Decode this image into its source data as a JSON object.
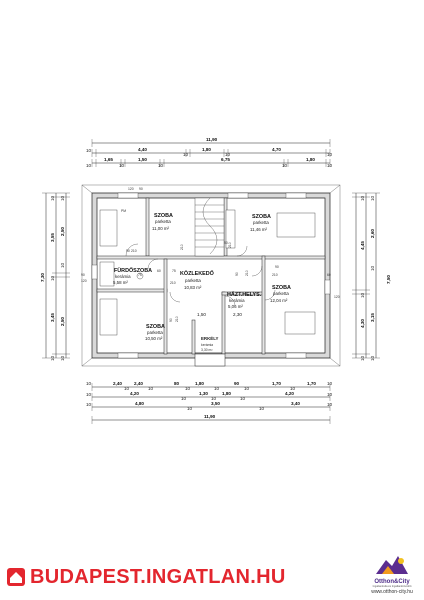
{
  "plan": {
    "top_dims": {
      "overall": "11,90",
      "row1": [
        "10",
        "4,40",
        "10",
        "1,80",
        "10",
        "4,70",
        "10"
      ],
      "row2": [
        "10",
        "1,65",
        "10",
        "1,50",
        "10",
        "6,75",
        "10",
        "1,80",
        "10"
      ]
    },
    "bottom_dims": {
      "row1": [
        "10",
        "2,40",
        "10",
        "2,40",
        "10",
        "80",
        "10",
        "1,80",
        "10",
        "90",
        "10",
        "1,70",
        "10",
        "1,70",
        "10"
      ],
      "row2": [
        "10",
        "4,20",
        "10",
        "1,30",
        "10",
        "1,80",
        "10",
        "4,20",
        "10"
      ],
      "row3": [
        "10",
        "4,80",
        "10",
        "3,50",
        "10",
        "3,40",
        "10"
      ],
      "overall": "11,90"
    },
    "left_dims": {
      "overall": "7,30",
      "segA": [
        "10",
        "3,55",
        "10",
        "3,45",
        "10"
      ],
      "segB": [
        "10",
        "2,50",
        "10",
        "2,50",
        "10"
      ]
    },
    "right_dims": {
      "overall": "7,50",
      "segA": [
        "10",
        "4,45",
        "10",
        "4,30",
        "10"
      ],
      "segB": [
        "10",
        "2,60",
        "10",
        "3,15",
        "10"
      ]
    },
    "rooms": [
      {
        "name": "SZOBA",
        "floor": "parketta",
        "area": "11,00 m²"
      },
      {
        "name": "SZOBA",
        "floor": "parketta",
        "area": "11,46 m²"
      },
      {
        "name": "FÜRDŐSZOBA",
        "floor": "kerámia",
        "area": "5,58 m²"
      },
      {
        "name": "KÖZLEKEDŐ",
        "floor": "parketta",
        "area": "10,83 m²"
      },
      {
        "name": "HÁZT.HELYS.",
        "floor": "kerámia",
        "area": "5,06 m²"
      },
      {
        "name": "SZOBA",
        "floor": "parketta",
        "area": "12,04 m²"
      },
      {
        "name": "SZOBA",
        "floor": "parketta",
        "area": "10,50 m²"
      },
      {
        "name": "ERKÉLY",
        "floor": "kerámia",
        "area": "3,30 m²"
      }
    ],
    "opening_labels": {
      "op1": "90",
      "op2": "210",
      "op3": "75",
      "op4": "210",
      "op5": "120",
      "op6": "90",
      "op7": "210",
      "op8": "1,50",
      "op9": "2,30",
      "op10": "60",
      "op11": "90",
      "op12": "210",
      "op13": "90",
      "op14": "60",
      "op15": "120",
      "op16": "75",
      "op17": "210",
      "op18": "90",
      "op19": "210",
      "op20": "120",
      "op21": "90",
      "op22": "PM",
      "op23": "90",
      "op24": "210"
    }
  },
  "watermark": {
    "text": "BUDAPEST.INGATLAN.HU",
    "color": "#e3262e"
  },
  "logo": {
    "brand": "Otthon&City",
    "tagline": "Ingatlaniroda és Ingatlanközvetítő",
    "url": "www.otthon-city.hu"
  }
}
